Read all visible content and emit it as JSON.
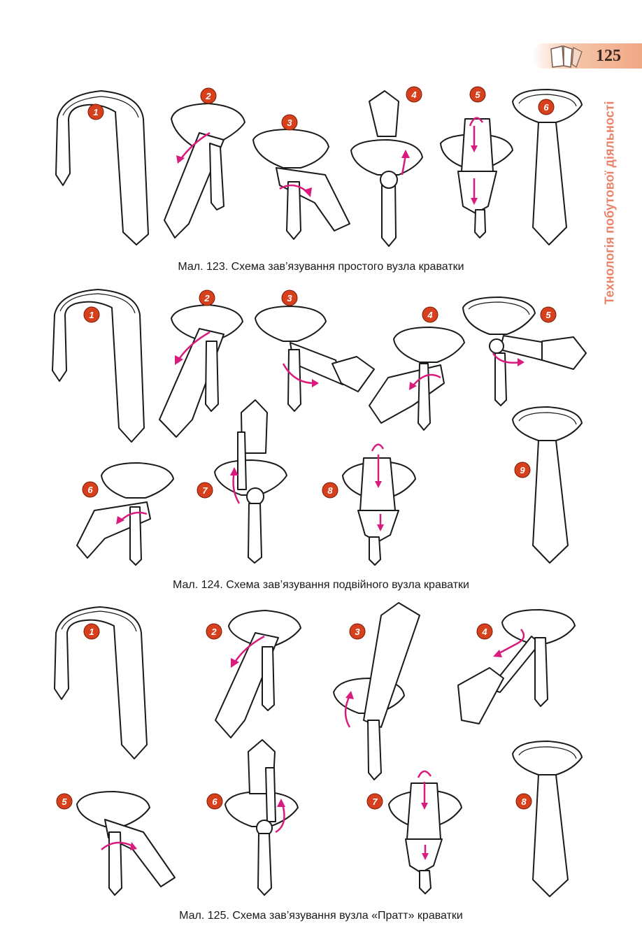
{
  "header": {
    "page_number": "125",
    "section_title": "Технологія побутової діяльності"
  },
  "captions": {
    "fig123": "Мал. 123. Схема зав’язування простого вузла краватки",
    "fig124": "Мал. 124. Схема зав’язування подвійного вузла краватки",
    "fig125": "Мал. 125. Схема зав’язування вузла «Пратт» краватки"
  },
  "fig123": {
    "steps": [
      "1",
      "2",
      "3",
      "4",
      "5",
      "6"
    ]
  },
  "fig124": {
    "steps": [
      "1",
      "2",
      "3",
      "4",
      "5",
      "6",
      "7",
      "8",
      "9"
    ]
  },
  "fig125": {
    "steps": [
      "1",
      "2",
      "3",
      "4",
      "5",
      "6",
      "7",
      "8"
    ]
  },
  "colors": {
    "accent": "#d81b7c",
    "badge": "#d6401c",
    "section_title": "#e8836a",
    "tab": "#f0a784"
  },
  "icons": {
    "tab_icon": "book-icon"
  }
}
